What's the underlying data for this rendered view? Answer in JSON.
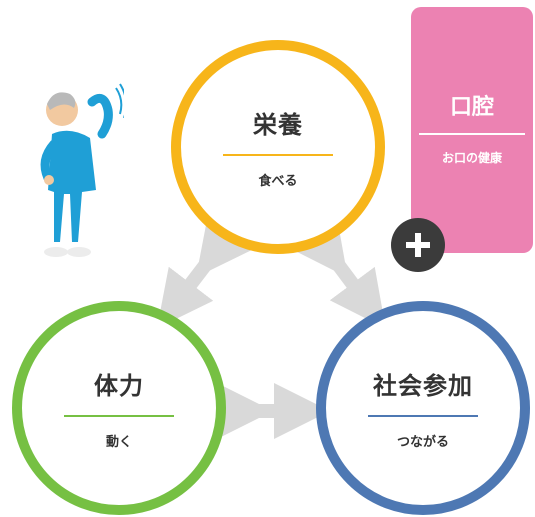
{
  "nutrition": {
    "title": "栄養",
    "subtitle": "食べる"
  },
  "physical": {
    "title": "体力",
    "subtitle": "動く"
  },
  "social": {
    "title": "社会参加",
    "subtitle": "つながる"
  },
  "oral": {
    "title": "口腔",
    "subtitle": "お口の健康"
  },
  "icons": {
    "plus": "plus-icon",
    "figure": "stretching-person-illustration",
    "arrows": "double-headed-arrow"
  },
  "colors": {
    "nutrition": "#f7b51a",
    "physical": "#76c043",
    "social": "#4e78b3",
    "oral": "#ec82b2",
    "arrow": "#d9d9d9",
    "plus_bg": "#3b3b3b"
  }
}
